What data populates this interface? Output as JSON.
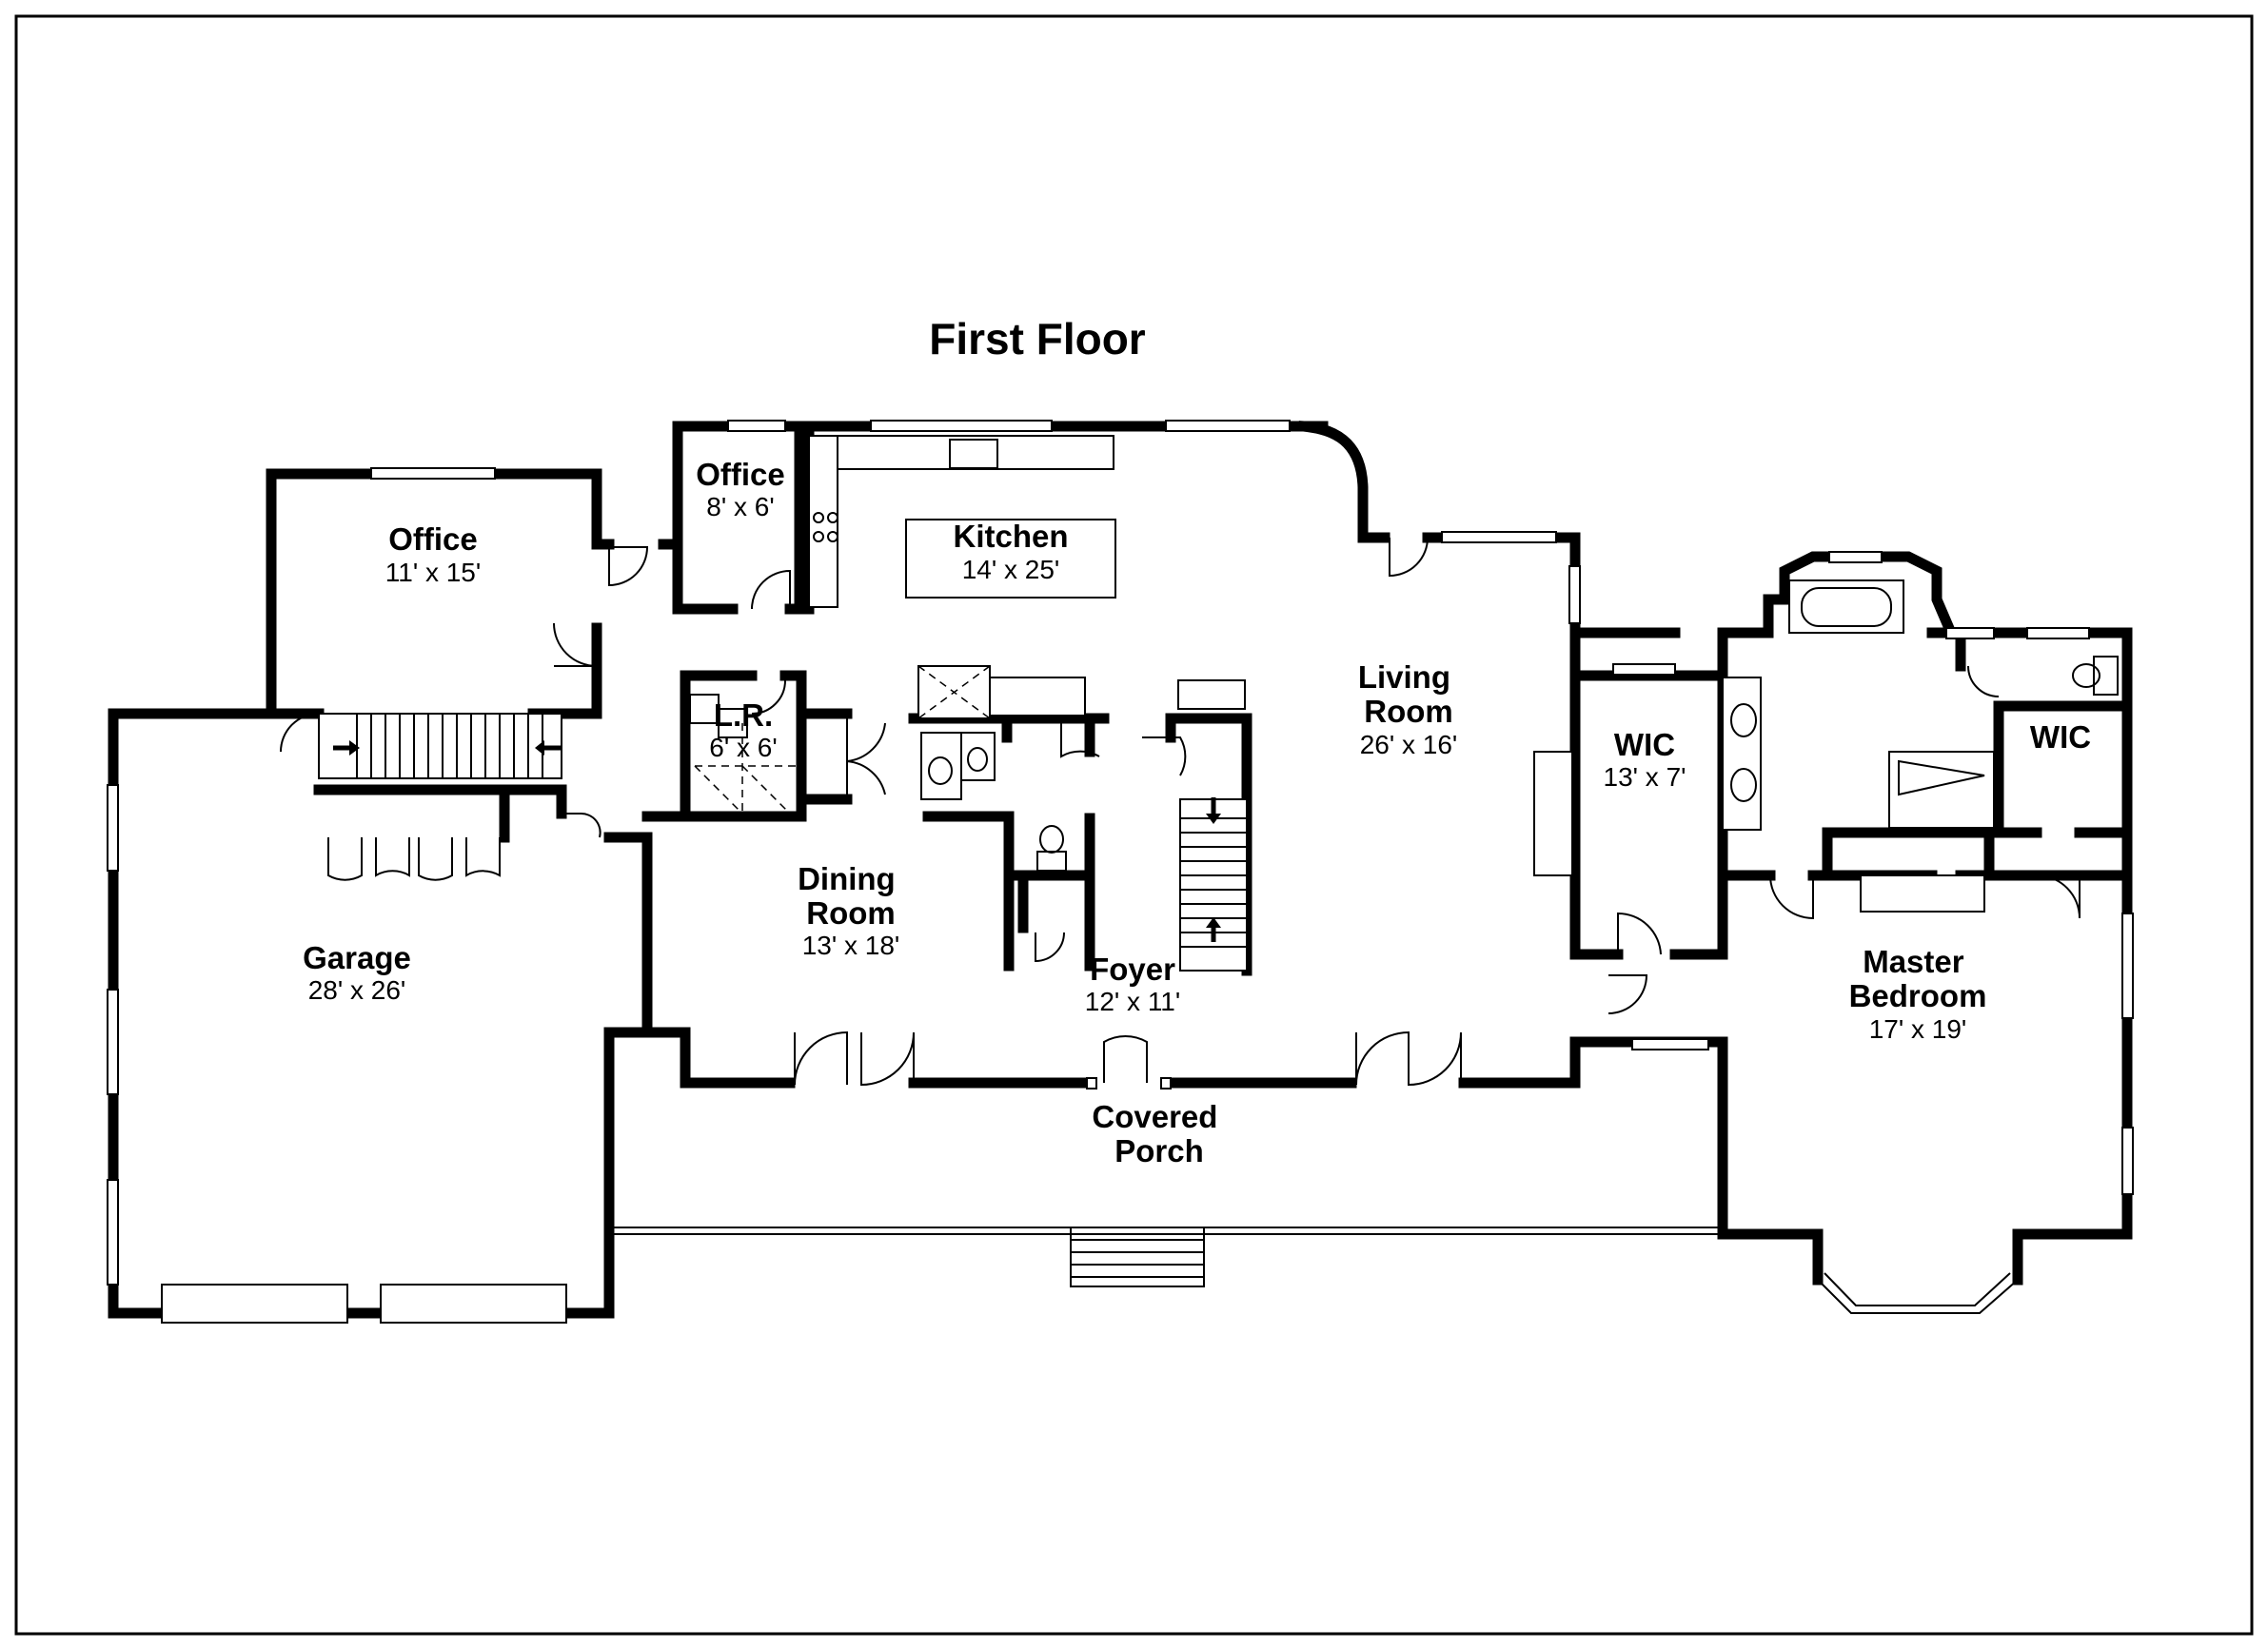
{
  "plan": {
    "title": "First Floor",
    "rooms": [
      {
        "id": "office-large",
        "name": "Office",
        "dims": "11' x 15'"
      },
      {
        "id": "office-small",
        "name": "Office",
        "dims": "8' x 6'"
      },
      {
        "id": "kitchen",
        "name": "Kitchen",
        "dims": "14' x 25'"
      },
      {
        "id": "laundry",
        "name": "L.R.",
        "dims": "6' x 6'"
      },
      {
        "id": "living-room",
        "name": "Living\nRoom",
        "dims": "26' x 16'"
      },
      {
        "id": "wic-1",
        "name": "WIC",
        "dims": "13' x 7'"
      },
      {
        "id": "wic-2",
        "name": "WIC",
        "dims": ""
      },
      {
        "id": "dining-room",
        "name": "Dining\nRoom",
        "dims": "13' x 18'"
      },
      {
        "id": "foyer",
        "name": "Foyer",
        "dims": "12' x 11'"
      },
      {
        "id": "garage",
        "name": "Garage",
        "dims": "28' x 26'"
      },
      {
        "id": "master-bedroom",
        "name": "Master\nBedroom",
        "dims": "17' x 19'"
      },
      {
        "id": "covered-porch",
        "name": "Covered\nPorch",
        "dims": ""
      }
    ]
  }
}
